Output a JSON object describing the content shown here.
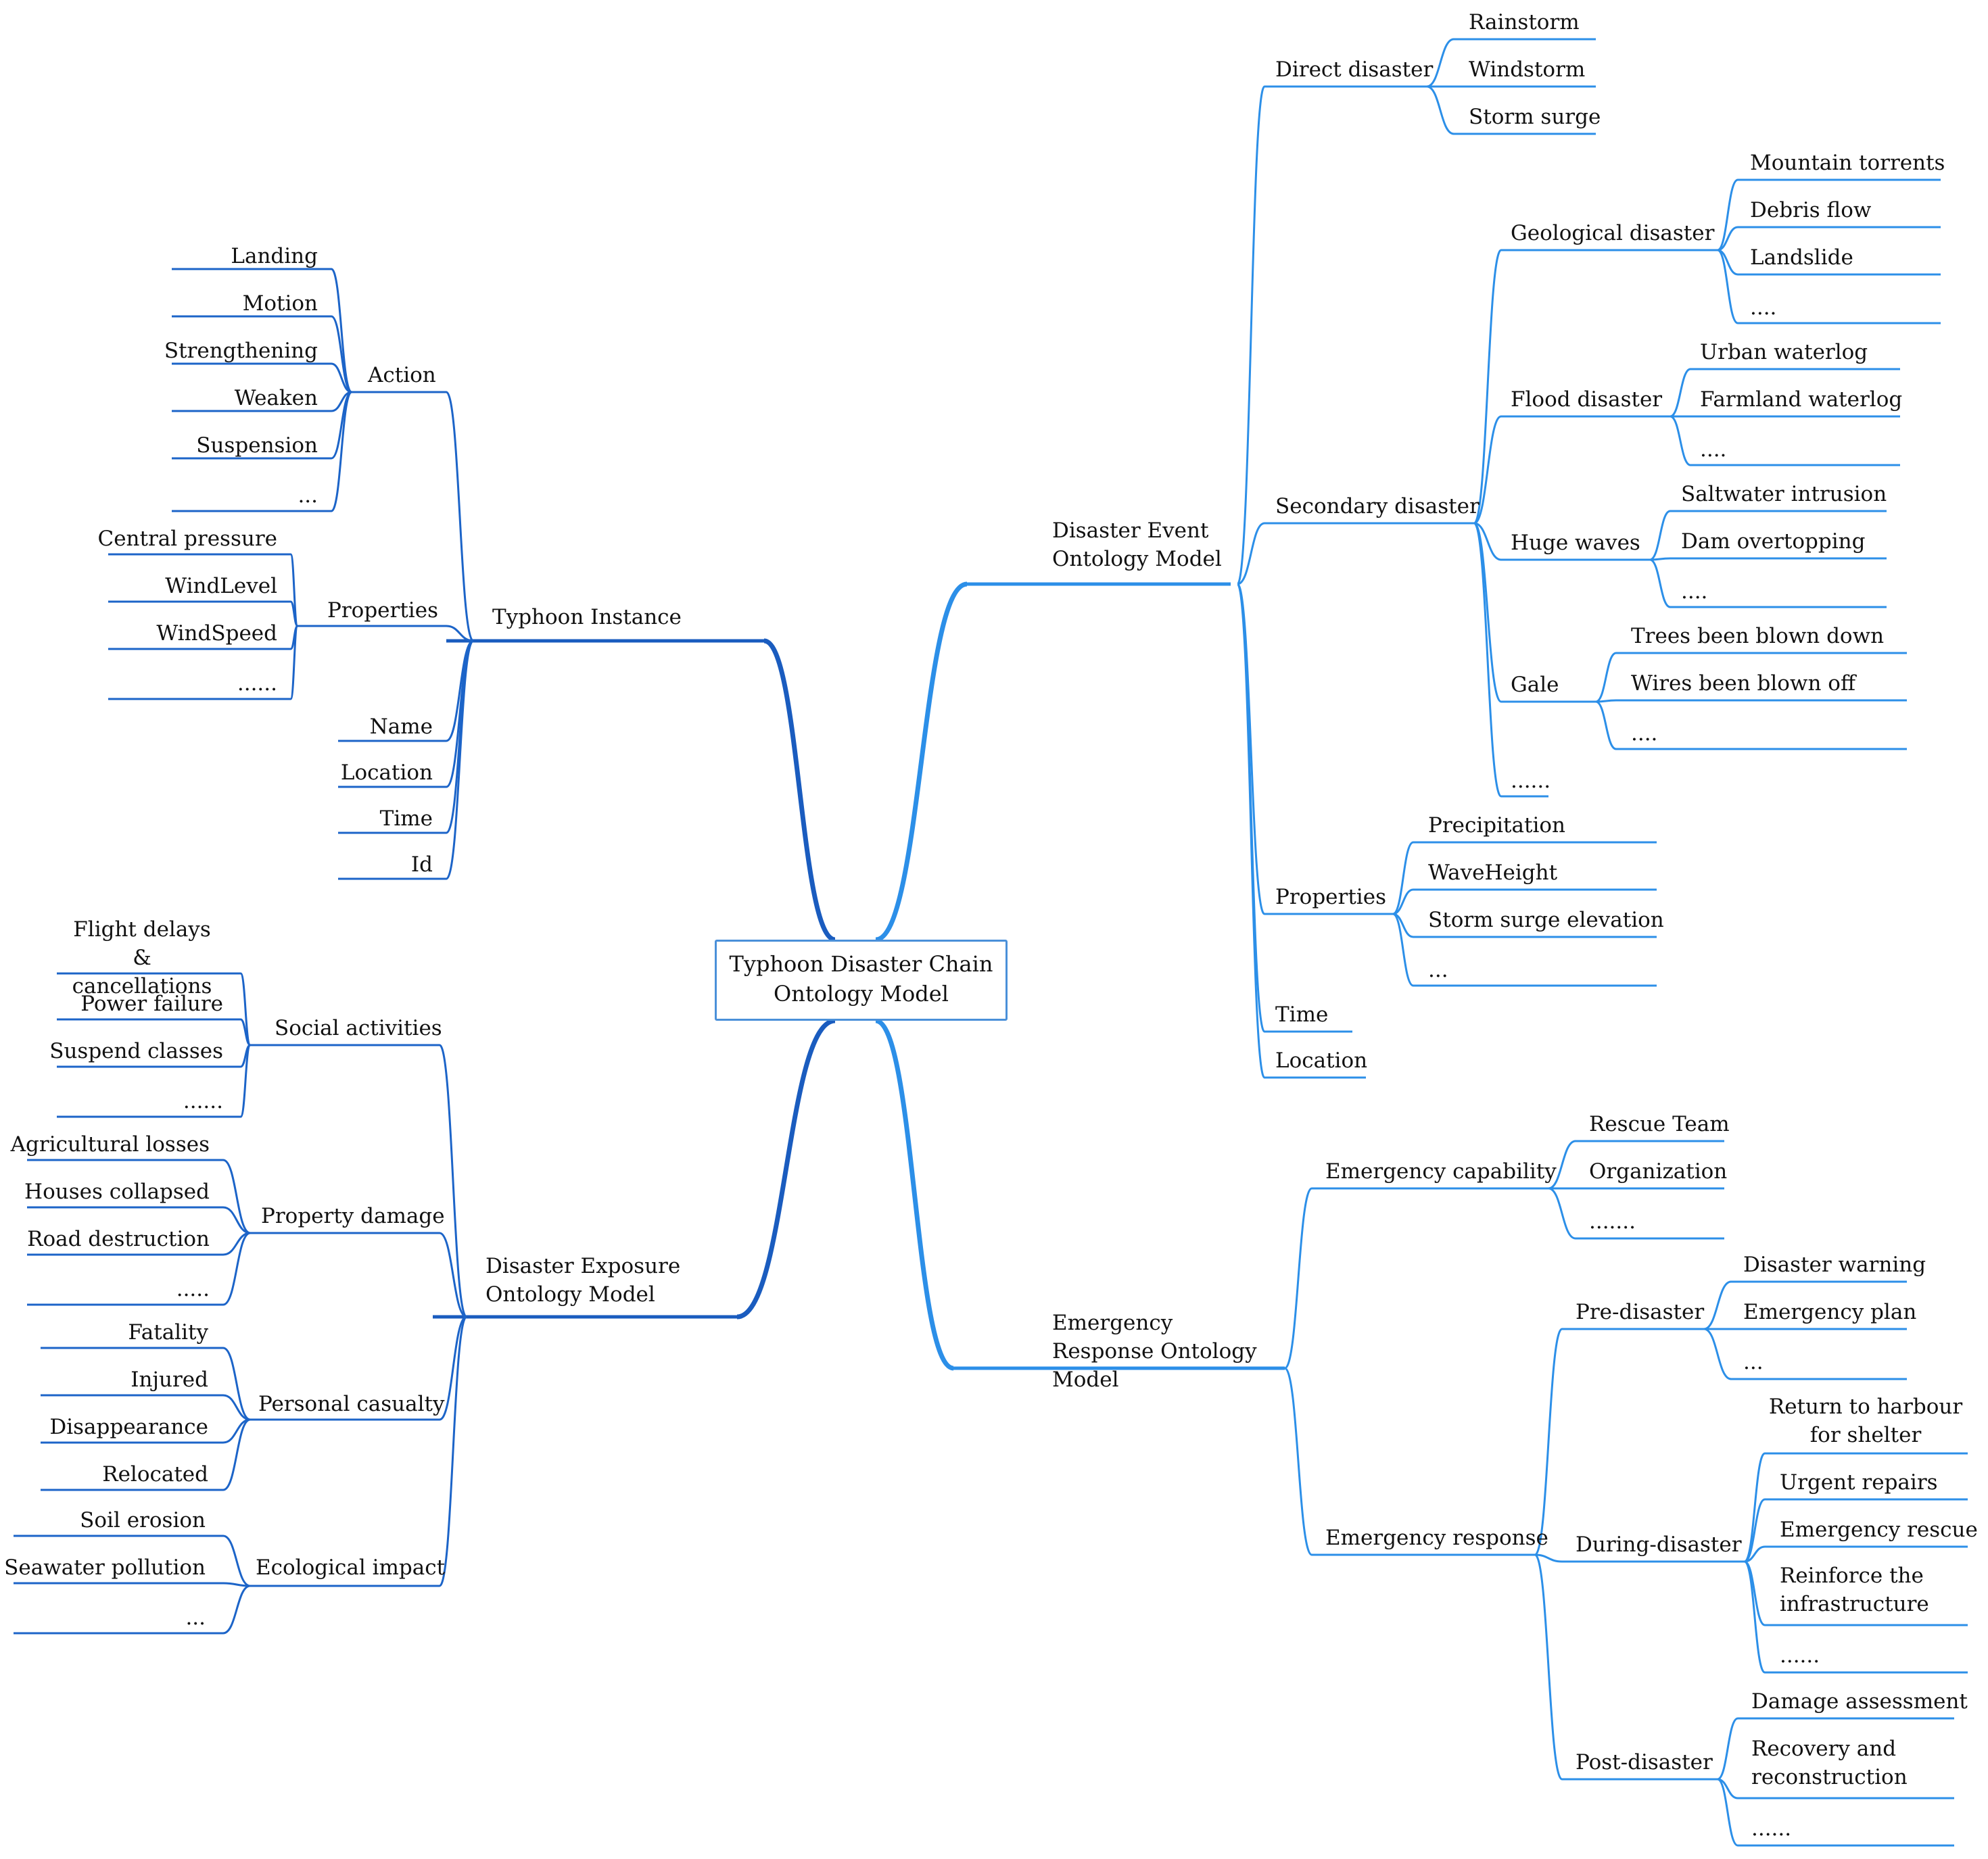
{
  "root": "Typhoon Disaster Chain Ontology Model",
  "colors": {
    "left_branch": "#1c64c8",
    "right_branch": "#2c8fe8",
    "center_border": "#4a90d9"
  },
  "typhoon_instance": {
    "label": "Typhoon Instance",
    "action": {
      "label": "Action",
      "items": [
        "Landing",
        "Motion",
        "Strengthening",
        "Weaken",
        "Suspension",
        "..."
      ]
    },
    "properties": {
      "label": "Properties",
      "items": [
        "Central pressure",
        "WindLevel",
        "WindSpeed",
        "......"
      ]
    },
    "name": "Name",
    "location": "Location",
    "time": "Time",
    "id": "Id"
  },
  "disaster_exposure": {
    "label": "Disaster Exposure Ontology Model",
    "social": {
      "label": "Social activities",
      "items": [
        "Flight delays & cancellations",
        "Power failure",
        "Suspend classes",
        "......"
      ]
    },
    "property": {
      "label": "Property damage",
      "items": [
        "Agricultural losses",
        "Houses collapsed",
        "Road destruction",
        "....."
      ]
    },
    "casualty": {
      "label": "Personal casualty",
      "items": [
        "Fatality",
        "Injured",
        "Disappearance",
        "Relocated"
      ]
    },
    "ecological": {
      "label": "Ecological impact",
      "items": [
        "Soil erosion",
        "Seawater pollution",
        "..."
      ]
    }
  },
  "disaster_event": {
    "label": "Disaster Event Ontology Model",
    "direct": {
      "label": "Direct disaster",
      "items": [
        "Rainstorm",
        "Windstorm",
        "Storm surge"
      ]
    },
    "secondary": {
      "label": "Secondary disaster",
      "geological": {
        "label": "Geological disaster",
        "items": [
          "Mountain torrents",
          "Debris flow",
          "Landslide",
          "...."
        ]
      },
      "flood": {
        "label": "Flood disaster",
        "items": [
          "Urban waterlog",
          "Farmland waterlog",
          "...."
        ]
      },
      "waves": {
        "label": "Huge waves",
        "items": [
          "Saltwater intrusion",
          "Dam overtopping",
          "...."
        ]
      },
      "gale": {
        "label": "Gale",
        "items": [
          "Trees been blown down",
          "Wires been blown off",
          "...."
        ]
      },
      "more": "......"
    },
    "properties": {
      "label": "Properties",
      "items": [
        "Precipitation",
        "WaveHeight",
        "Storm surge elevation",
        "..."
      ]
    },
    "time": "Time",
    "location": "Location"
  },
  "emergency": {
    "label": "Emergency Response Ontology Model",
    "capability": {
      "label": "Emergency capability",
      "items": [
        "Rescue Team",
        "Organization",
        "......."
      ]
    },
    "response": {
      "label": "Emergency response",
      "pre": {
        "label": "Pre-disaster",
        "items": [
          "Disaster warning",
          "Emergency plan",
          "..."
        ]
      },
      "during": {
        "label": "During-disaster",
        "items": [
          "Return to harbour for shelter",
          "Urgent repairs",
          "Emergency rescue",
          "Reinforce the infrastructure",
          "......"
        ]
      },
      "post": {
        "label": "Post-disaster",
        "items": [
          "Damage assessment",
          "Recovery and reconstruction",
          "......"
        ]
      }
    }
  }
}
